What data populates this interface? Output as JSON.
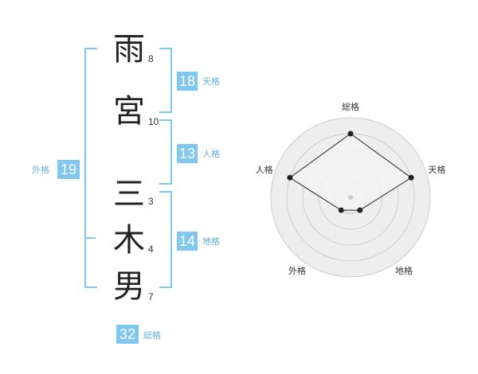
{
  "name": {
    "chars": [
      {
        "char": "雨",
        "strokes": "8"
      },
      {
        "char": "宮",
        "strokes": "10"
      },
      {
        "char": "三",
        "strokes": "3"
      },
      {
        "char": "木",
        "strokes": "4"
      },
      {
        "char": "男",
        "strokes": "7"
      }
    ]
  },
  "kakusu": {
    "tenkaku": {
      "value": "18",
      "label": "天格"
    },
    "jinkaku": {
      "value": "13",
      "label": "人格"
    },
    "chikaku": {
      "value": "14",
      "label": "地格"
    },
    "gaikaku": {
      "value": "19",
      "label": "外格"
    },
    "soukaku": {
      "value": "32",
      "label": "総格"
    }
  },
  "radar": {
    "axes": [
      "総格",
      "天格",
      "地格",
      "外格",
      "人格"
    ],
    "scores": [
      4,
      4,
      1,
      1,
      4
    ],
    "max": 5,
    "colors": {
      "fill": "#eeeeee",
      "grid": "#cccccc",
      "line": "#222222",
      "point": "#222222",
      "center": "#cccccc"
    }
  }
}
